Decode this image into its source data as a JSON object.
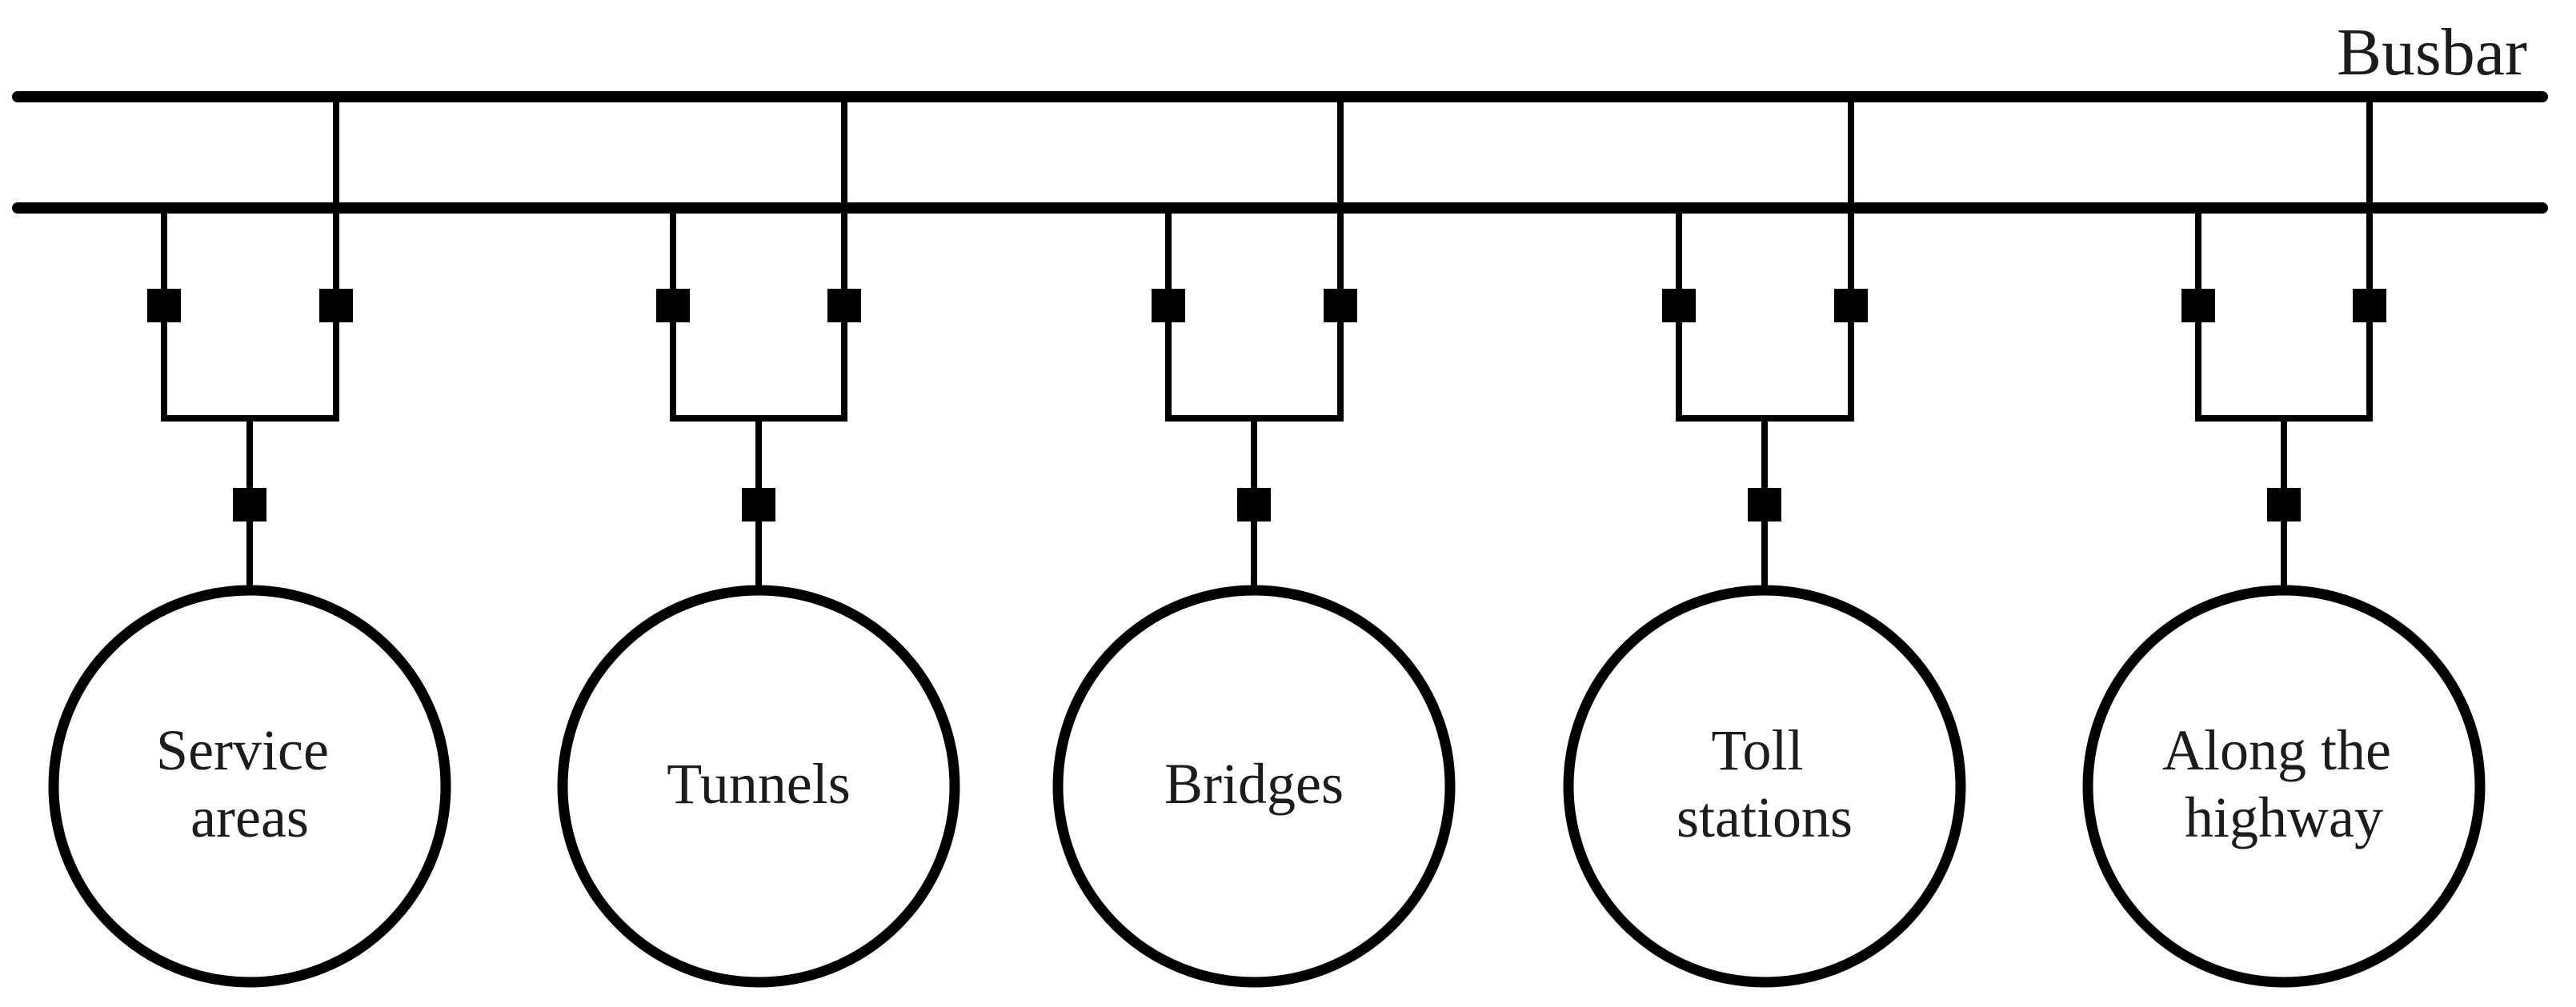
{
  "diagram": {
    "busbar_label": "Busbar",
    "colors": {
      "line": "#000000",
      "text": "#1c1c1c",
      "background": "#ffffff"
    },
    "nodes": [
      {
        "label": "Service areas",
        "lines": [
          "Service",
          "areas"
        ]
      },
      {
        "label": "Tunnels",
        "lines": [
          "Tunnels"
        ]
      },
      {
        "label": "Bridges",
        "lines": [
          "Bridges"
        ]
      },
      {
        "label": "Toll stations",
        "lines": [
          "Toll",
          "stations"
        ]
      },
      {
        "label": "Along the highway",
        "lines": [
          "Along the",
          "highway"
        ]
      }
    ]
  }
}
